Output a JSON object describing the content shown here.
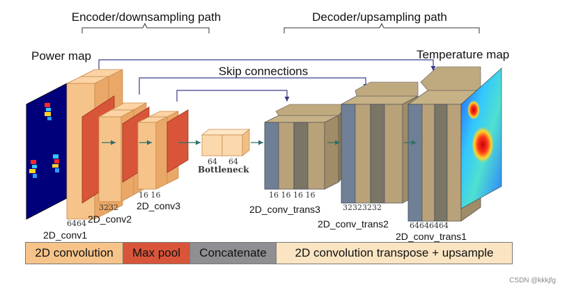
{
  "header": {
    "encoder_title": "Encoder/downsampling path",
    "decoder_title": "Decoder/upsampling path",
    "skip_title": "Skip connections"
  },
  "input": {
    "title": "Power map"
  },
  "output": {
    "title": "Temperature map"
  },
  "encoder": {
    "conv1": {
      "label": "2D_conv1",
      "channels": "6464"
    },
    "conv2": {
      "label": "2D_conv2",
      "channels": "3232"
    },
    "conv3": {
      "label": "2D_conv3",
      "channels": "16 16"
    }
  },
  "bottleneck": {
    "label": "Bottleneck",
    "channels": [
      "64",
      "64"
    ]
  },
  "decoder": {
    "trans3": {
      "label": "2D_conv_trans3",
      "channels": "16 16 16 16"
    },
    "trans2": {
      "label": "2D_conv_trans2",
      "channels": "32323232"
    },
    "trans1": {
      "label": "2D_conv_trans1",
      "channels": "64646464"
    }
  },
  "legend": [
    {
      "label": "2D convolution",
      "color": "#f6c48a"
    },
    {
      "label": "Max pool",
      "color": "#d9553a"
    },
    {
      "label": "Concatenate",
      "color": "#8f8f93"
    },
    {
      "label": "2D convolution transpose + upsample",
      "color": "#fbe4c2"
    }
  ],
  "colors": {
    "conv": "#f6c48a",
    "conv_dark": "#e9a867",
    "pool": "#d9553a",
    "concat": "#6f7f96",
    "trans": "#b9a27a",
    "arrow": "#3a3a8a",
    "input_bg": "#00007a"
  },
  "watermark": "CSDN @kkkjfg"
}
